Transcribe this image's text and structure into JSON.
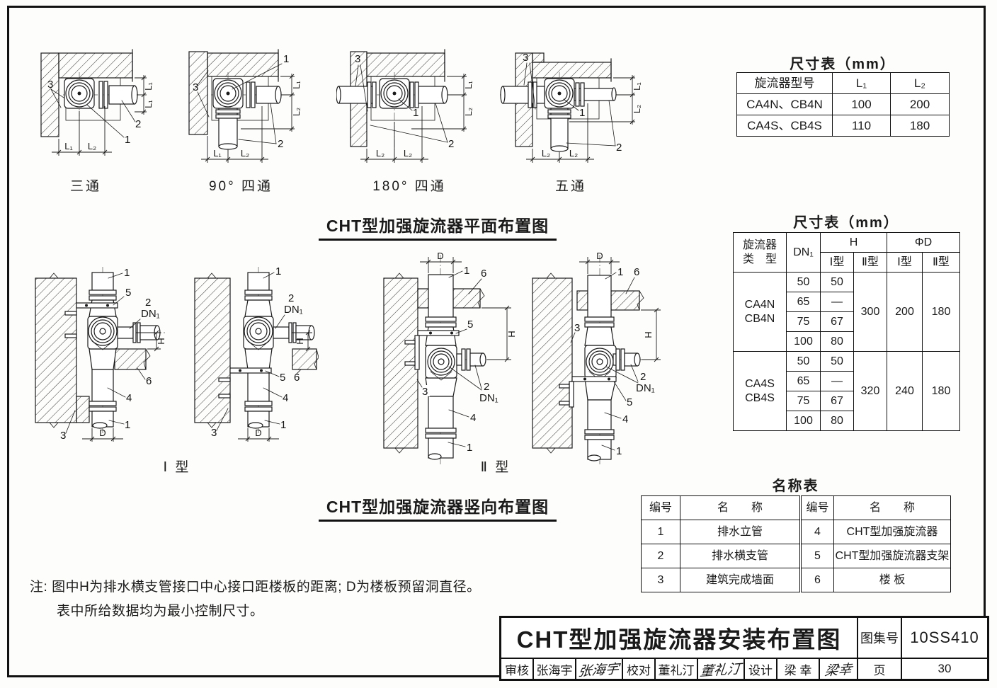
{
  "page": {
    "bg": "#fdfdfb",
    "ink": "#1a1a1a",
    "border": "#111111"
  },
  "plan": {
    "title": "CHT型加强旋流器平面布置图",
    "captions": [
      "三通",
      "90° 四通",
      "180° 四通",
      "五通"
    ]
  },
  "vertical": {
    "title": "CHT型加强旋流器竖向布置图",
    "captions": [
      "Ⅰ 型",
      "Ⅱ 型"
    ]
  },
  "labels": {
    "n1": "1",
    "n2": "2",
    "n3": "3",
    "n4": "4",
    "n5": "5",
    "n6": "6",
    "dn1": "DN₁",
    "h": "H",
    "d": "D",
    "l1": "L₁",
    "l2": "L₂"
  },
  "size_table1": {
    "title": "尺寸表（mm）",
    "headers": [
      "旋流器型号",
      "L₁",
      "L₂"
    ],
    "rows": [
      [
        "CA4N、CB4N",
        "100",
        "200"
      ],
      [
        "CA4S、CB4S",
        "110",
        "180"
      ]
    ]
  },
  "size_table2": {
    "title": "尺寸表（mm）",
    "head": {
      "model1": "旋流器",
      "model2": "类　型",
      "dn": "DN₁",
      "h": "H",
      "phid": "ΦD",
      "t1a": "Ⅰ型",
      "t2a": "Ⅱ型",
      "t1b": "Ⅰ型",
      "t2b": "Ⅱ型"
    },
    "groups": [
      {
        "m1": "CA4N",
        "m2": "CB4N",
        "dn": [
          "50",
          "65",
          "75",
          "100"
        ],
        "h1": [
          "50",
          "—",
          "67",
          "80"
        ],
        "h2": "300",
        "d1": "200",
        "d2": "180"
      },
      {
        "m1": "CA4S",
        "m2": "CB4S",
        "dn": [
          "50",
          "65",
          "75",
          "100"
        ],
        "h1": [
          "50",
          "—",
          "67",
          "80"
        ],
        "h2": "320",
        "d1": "240",
        "d2": "180"
      }
    ]
  },
  "name_table": {
    "title": "名称表",
    "headers": [
      "编号",
      "名　　称",
      "编号",
      "名　　称"
    ],
    "rows": [
      [
        "1",
        "排水立管",
        "4",
        "CHT型加强旋流器"
      ],
      [
        "2",
        "排水横支管",
        "5",
        "CHT型加强旋流器支架"
      ],
      [
        "3",
        "建筑完成墙面",
        "6",
        "楼 板"
      ]
    ]
  },
  "note": {
    "prefix": "注:",
    "line1": "图中H为排水横支管接口中心接口距楼板的距离; D为楼板预留洞直径。",
    "line2": "表中所给数据均为最小控制尺寸。"
  },
  "title_block": {
    "main": "CHT型加强旋流器安装布置图",
    "atlas_label": "图集号",
    "atlas_no": "10SS410",
    "page_label": "页",
    "page_no": "30",
    "review_label": "审核",
    "review_name": "张海宇",
    "review_sig": "张海宇",
    "check_label": "校对",
    "check_name": "董礼汀",
    "check_sig": "董礼汀",
    "design_label": "设计",
    "design_name": "梁 幸",
    "design_sig": "梁幸"
  }
}
